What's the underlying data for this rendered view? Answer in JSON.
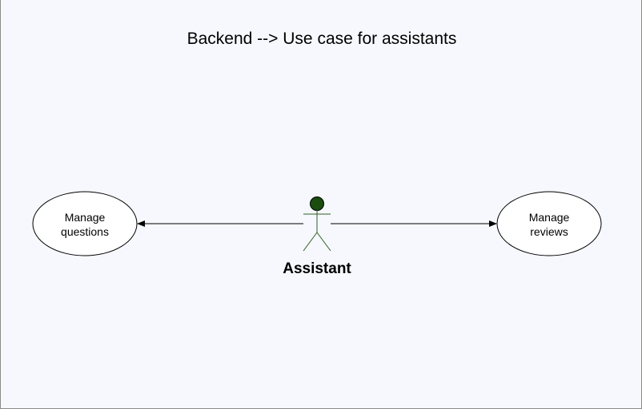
{
  "diagram": {
    "title": "Backend --> Use case for assistants",
    "actor": {
      "label": "Assistant",
      "head_color": "#1a4d0f",
      "body_color": "#2e5e22"
    },
    "use_cases": [
      {
        "line1": "Manage",
        "line2": "questions"
      },
      {
        "line1": "Manage",
        "line2": "reviews"
      }
    ],
    "colors": {
      "background": "#f6f8fd",
      "stroke": "#000000"
    }
  }
}
